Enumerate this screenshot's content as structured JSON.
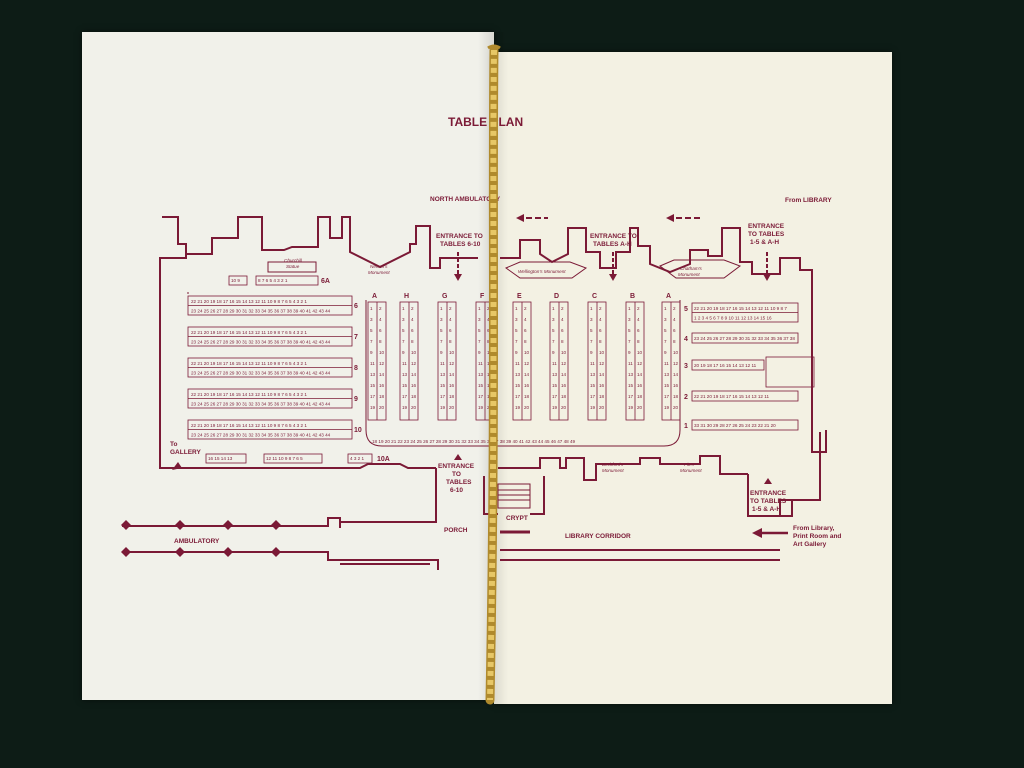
{
  "title": "TABLE PLAN",
  "labels": {
    "north_ambulatory": "NORTH AMBULATORY",
    "from_library": "From LIBRARY",
    "entrance_6_10_top": [
      "ENTRANCE TO",
      "TABLES 6-10"
    ],
    "entrance_a_h": [
      "ENTRANCE TO",
      "TABLES A-H"
    ],
    "entrance_1_5_top": [
      "ENTRANCE",
      "TO TABLES",
      "1-5 & A-H"
    ],
    "entrance_6_10_bottom": [
      "ENTRANCE",
      "TO",
      "TABLES",
      "6-10"
    ],
    "entrance_1_5_bottom": [
      "ENTRANCE",
      "TO TABLES",
      "1-5 & A-H"
    ],
    "to_gallery": [
      "To",
      "GALLERY"
    ],
    "ambulatory": "AMBULATORY",
    "porch": "PORCH",
    "crypt": "CRYPT",
    "library_corridor": "LIBRARY CORRIDOR",
    "from_library_print": [
      "From Library,",
      "Print Room and",
      "Art Gallery"
    ]
  },
  "monuments": {
    "churchill": [
      "Churchill",
      "Statue"
    ],
    "nelson": [
      "Nelson's",
      "Monument"
    ],
    "wellington": "Wellington's Monument",
    "chatham": [
      "Chatham's",
      "Monument"
    ],
    "beckford": [
      "Beckford's",
      "Monument"
    ],
    "pitt": [
      "Pitt's",
      "Monument"
    ]
  },
  "tables_left": [
    {
      "label": "6",
      "top": "22 21 20 19 18 17 16 15 14 13 12 11 10 9 8 7 6 5 4 3 2 1",
      "bottom": "23 24 25 26 27 28 29 30 31 32 33 34 35 36 37 38 39 40 41 42 43 44"
    },
    {
      "label": "7",
      "top": "22 21 20 19 18 17 16 15 14 13 12 11 10 9 8 7 6 5 4 3 2 1",
      "bottom": "23 24 25 26 27 28 29 30 31 32 33 34 35 36 37 38 39 40 41 42 43 44"
    },
    {
      "label": "8",
      "top": "22 21 20 19 18 17 16 15 14 13 12 11 10 9 8 7 6 5 4 3 2 1",
      "bottom": "23 24 25 26 27 28 29 30 31 32 33 34 35 36 37 38 39 40 41 42 43 44"
    },
    {
      "label": "9",
      "top": "22 21 20 19 18 17 16 15 14 13 12 11 10 9 8 7 6 5 4 3 2 1",
      "bottom": "23 24 25 26 27 28 29 30 31 32 33 34 35 36 37 38 39 40 41 42 43 44"
    },
    {
      "label": "10",
      "top": "22 21 20 19 18 17 16 15 14 13 12 11 10 9 8 7 6 5 4 3 2 1",
      "bottom": "23 24 25 26 27 28 29 30 31 32 33 34 35 36 37 38 39 40 41 42 43 44"
    }
  ],
  "small_tables": {
    "t6a_label": "6A",
    "t6a_left": "10 9",
    "t6a_right": "8 7 6 5 4 3 2 1",
    "t10a_label": "10A",
    "t10a_left": "16 15 14 13",
    "t10a_mid": "12 11 10 9 8 7 6 5",
    "t10a_right": "4 3 2 1"
  },
  "tables_vertical": [
    "A",
    "H",
    "G",
    "F",
    "E",
    "D",
    "C",
    "B",
    "A"
  ],
  "vertical_left_col": "1 3 5 7 9 11 13 15 17 19",
  "vertical_right_col": "2 4 6 8 10 12 14 16 18 20",
  "bottom_strip": "18 19 20 21 22 23 24 25 26 27 28 29 30 31 32 33 34 35 36 37 38 39 40 41 42 43 44 45 46 47 48 49",
  "tables_right": [
    {
      "label": "5",
      "top": "22 21 20 19 18 17 16 15 14 13 12 11 10 9 8 7",
      "bottom": "1 2 3 4 5 6 7 8 9 10 11 12 13 14 15 16"
    },
    {
      "label": "4",
      "top": "",
      "bottom": "23 24 25 26 27 28 29 30 31 32 33 34 35 36 37 38"
    },
    {
      "label": "3",
      "top": "",
      "bottom": "20 19 18 17 16 15 14 13 12 11"
    },
    {
      "label": "2",
      "top": "",
      "bottom": "22 21 20 19 18 17 16 15 14 13 12 11"
    },
    {
      "label": "1",
      "top": "",
      "bottom": "33 31 30 29 28 27 26 25 24 23 22 21 20"
    }
  ],
  "colors": {
    "ink": "#7b1a36",
    "paper": "#f1f1ea",
    "background": "#0d1c16",
    "cord": "#d9b54a"
  }
}
